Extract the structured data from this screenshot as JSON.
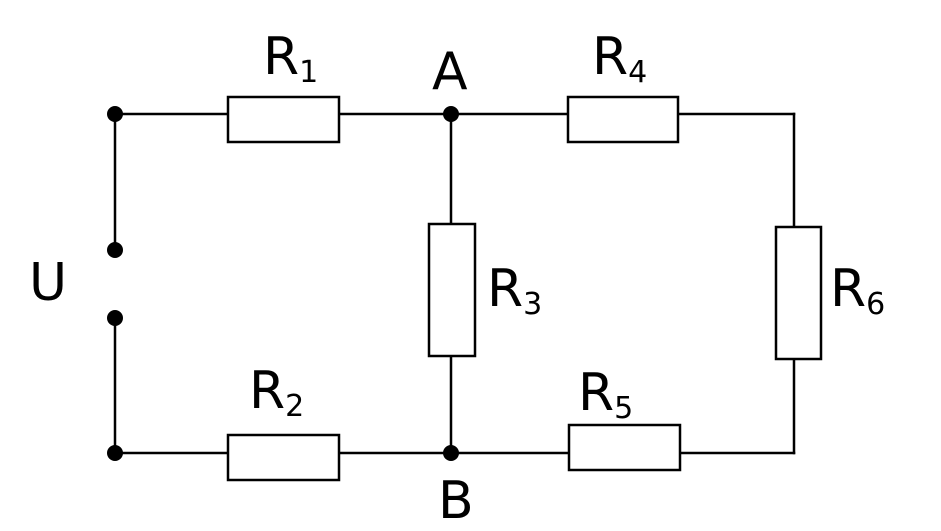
{
  "diagram": {
    "source_label": "U",
    "nodes": {
      "a": "A",
      "b": "B"
    },
    "resistors": [
      {
        "symbol": "R",
        "index": "1"
      },
      {
        "symbol": "R",
        "index": "2"
      },
      {
        "symbol": "R",
        "index": "3"
      },
      {
        "symbol": "R",
        "index": "4"
      },
      {
        "symbol": "R",
        "index": "5"
      },
      {
        "symbol": "R",
        "index": "6"
      }
    ]
  },
  "colors": {
    "wire": "#000000",
    "background": "#ffffff"
  }
}
